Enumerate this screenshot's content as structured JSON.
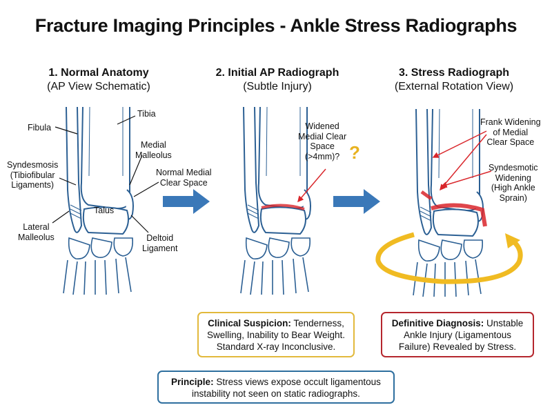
{
  "title": "Fracture Imaging Principles - Ankle Stress Radiographs",
  "panels": [
    {
      "heading": "1. Normal Anatomy",
      "subheading": "(AP View Schematic)"
    },
    {
      "heading": "2. Initial AP Radiograph",
      "subheading": "(Subtle Injury)"
    },
    {
      "heading": "3. Stress Radiograph",
      "subheading": "(External Rotation View)"
    }
  ],
  "labels": {
    "fibula": "Fibula",
    "tibia": "Tibia",
    "medial_malleolus": [
      "Medial",
      "Malleolus"
    ],
    "syndesmosis": [
      "Syndesmosis",
      "(Tibiofibular",
      "Ligaments)"
    ],
    "normal_medial_clear_space": [
      "Normal Medial",
      "Clear Space"
    ],
    "talus": "Talus",
    "lateral_malleolus": [
      "Lateral",
      "Malleolus"
    ],
    "deltoid_ligament": [
      "Deltoid",
      "Ligament"
    ],
    "widened_clear_space": [
      "Widened",
      "Medial Clear",
      "Space",
      "(>4mm)?"
    ],
    "question_mark": "?",
    "frank_widening": [
      "Frank Widening",
      "of Medial",
      "Clear Space"
    ],
    "syndesmotic_widening": [
      "Syndesmotic",
      "Widening",
      "(High Ankle",
      "Sprain)"
    ]
  },
  "boxes": {
    "clinical": {
      "bold": "Clinical Suspicion:",
      "text": " Tenderness, Swelling, Inability to Bear Weight. Standard X-ray Inconclusive.",
      "border_color": "#e2b93b"
    },
    "diagnosis": {
      "bold": "Definitive Diagnosis:",
      "text": " Unstable Ankle Injury (Ligamentous Failure) Revealed by Stress.",
      "border_color": "#b5262d"
    },
    "principle": {
      "bold": "Principle:",
      "text": " Stress views expose occult ligamentous instability not seen on static radiographs.",
      "border_color": "#2d6e9e"
    }
  },
  "colors": {
    "bone_outline": "#2b5f93",
    "bone_fill": "#ffffff",
    "arrow": "#3a78b8",
    "injury": "#d9262b",
    "rotation_arrow": "#f0bb22"
  }
}
